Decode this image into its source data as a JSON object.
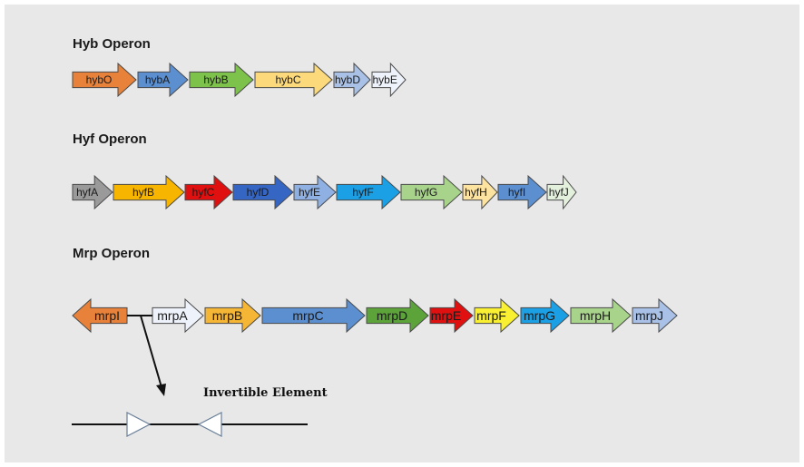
{
  "operons": [
    {
      "title": "Hyb Operon",
      "genes": [
        {
          "label": "hybO",
          "color": "#E8823A",
          "dir": "right"
        },
        {
          "label": "hybA",
          "color": "#5B8FD0",
          "dir": "right"
        },
        {
          "label": "hybB",
          "color": "#7DC24A",
          "dir": "right"
        },
        {
          "label": "hybC",
          "color": "#FCD97A",
          "dir": "right"
        },
        {
          "label": "hybD",
          "color": "#A9C1E6",
          "dir": "right"
        },
        {
          "label": "hybE",
          "color": "#EEF2FA",
          "dir": "right"
        }
      ]
    },
    {
      "title": "Hyf Operon",
      "genes": [
        {
          "label": "hyfA",
          "color": "#9A9A9A",
          "dir": "right"
        },
        {
          "label": "hyfB",
          "color": "#F7B500",
          "dir": "right"
        },
        {
          "label": "hyfC",
          "color": "#E01010",
          "dir": "right"
        },
        {
          "label": "hyfD",
          "color": "#3566C4",
          "dir": "right"
        },
        {
          "label": "hyfE",
          "color": "#8FB0E2",
          "dir": "right"
        },
        {
          "label": "hyfF",
          "color": "#1BA0E6",
          "dir": "right"
        },
        {
          "label": "hyfG",
          "color": "#A7D38A",
          "dir": "right"
        },
        {
          "label": "hyfH",
          "color": "#FDE3A0",
          "dir": "right"
        },
        {
          "label": "hyfI",
          "color": "#5B8FD0",
          "dir": "right"
        },
        {
          "label": "hyfJ",
          "color": "#E3F0DC",
          "dir": "right"
        }
      ]
    },
    {
      "title": "Mrp Operon",
      "genes": [
        {
          "label": "mrpI",
          "color": "#E8823A",
          "dir": "left"
        },
        {
          "label": "mrpA",
          "color": "#EEF2FA",
          "dir": "right"
        },
        {
          "label": "mrpB",
          "color": "#F5B535",
          "dir": "right"
        },
        {
          "label": "mrpC",
          "color": "#5B8FD0",
          "dir": "right"
        },
        {
          "label": "mrpD",
          "color": "#5CA33A",
          "dir": "right"
        },
        {
          "label": "mrpE",
          "color": "#E01010",
          "dir": "right"
        },
        {
          "label": "mrpF",
          "color": "#F8F030",
          "dir": "right"
        },
        {
          "label": "mrpG",
          "color": "#1BA0E6",
          "dir": "right"
        },
        {
          "label": "mrpH",
          "color": "#A7D38A",
          "dir": "right"
        },
        {
          "label": "mrpJ",
          "color": "#A9C1E6",
          "dir": "right"
        }
      ]
    }
  ],
  "invertible_element": {
    "label": "Invertible Element"
  },
  "colors": {
    "panel_background": "#E8E8E8",
    "outline": "#4A4A4A",
    "line": "#111111",
    "triangle_fill": "#FFFFFF",
    "triangle_stroke": "#6A7F99"
  }
}
